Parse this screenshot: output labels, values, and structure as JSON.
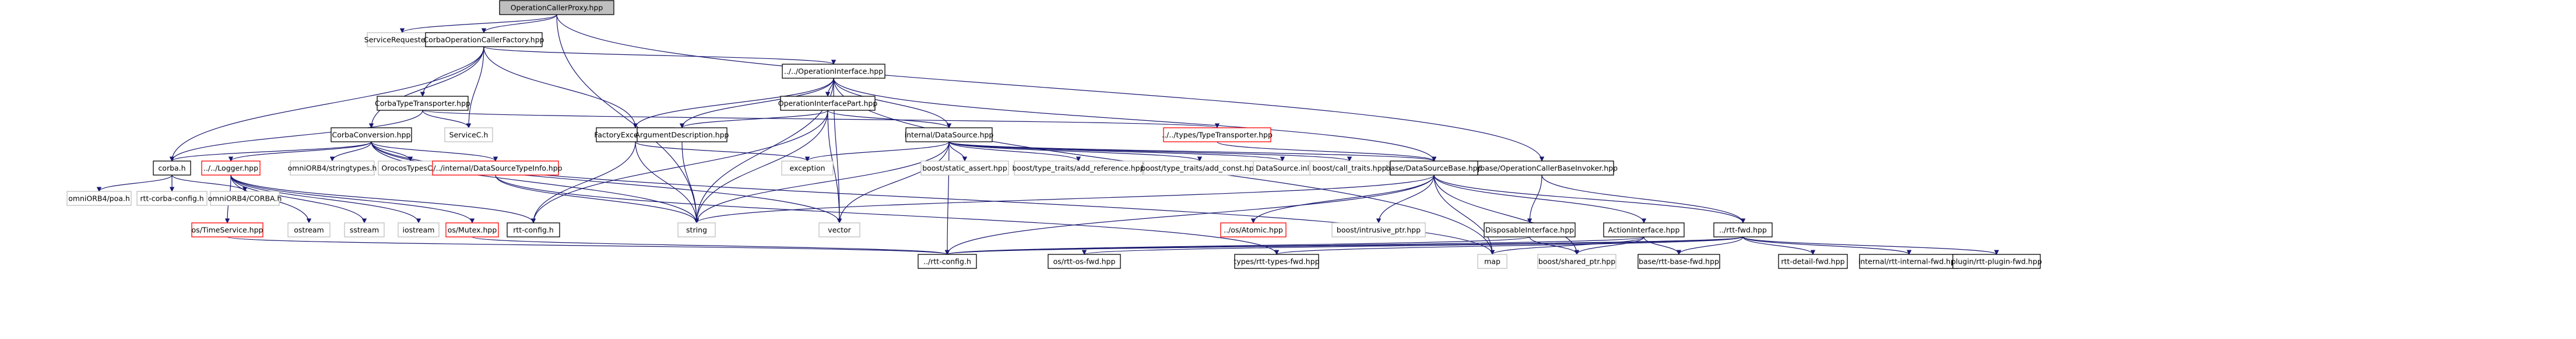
{
  "colors": {
    "edge": "#191970",
    "node_border_documented": "#000000",
    "node_border_undocumented": "#bfbfbf",
    "node_border_truncated": "#ff0000",
    "root_fill": "#bfbfbf",
    "text": "#000000"
  },
  "nodes": [
    {
      "id": "root",
      "label": "OperationCallerProxy.hpp",
      "kind": "root"
    },
    {
      "id": "srvReqC",
      "label": "ServiceRequesterC.h",
      "kind": "undoc"
    },
    {
      "id": "corbaOCF",
      "label": "CorbaOperationCallerFactory.hpp",
      "kind": "doc"
    },
    {
      "id": "opIface",
      "label": "../../OperationInterface.hpp",
      "kind": "doc"
    },
    {
      "id": "corbaTT",
      "label": "CorbaTypeTransporter.hpp",
      "kind": "doc"
    },
    {
      "id": "opIfacePart",
      "label": "OperationInterfacePart.hpp",
      "kind": "doc"
    },
    {
      "id": "serviceC",
      "label": "ServiceC.h",
      "kind": "undoc"
    },
    {
      "id": "typeTransporter",
      "label": "../../types/TypeTransporter.hpp",
      "kind": "trunc"
    },
    {
      "id": "corbaConv",
      "label": "CorbaConversion.hpp",
      "kind": "doc"
    },
    {
      "id": "factExc",
      "label": "FactoryExceptions.hpp",
      "kind": "doc"
    },
    {
      "id": "argDesc",
      "label": "ArgumentDescription.hpp",
      "kind": "doc"
    },
    {
      "id": "intDS",
      "label": "internal/DataSource.hpp",
      "kind": "doc"
    },
    {
      "id": "ocbInvoker",
      "label": "../../base/OperationCallerBaseInvoker.hpp",
      "kind": "doc"
    },
    {
      "id": "corbaH",
      "label": "corba.h",
      "kind": "doc"
    },
    {
      "id": "logger",
      "label": "../../Logger.hpp",
      "kind": "trunc"
    },
    {
      "id": "omniStr",
      "label": "omniORB4/stringtypes.h",
      "kind": "undoc"
    },
    {
      "id": "orocosC",
      "label": "OrocosTypesC.h",
      "kind": "undoc"
    },
    {
      "id": "intDSTI",
      "label": "../../internal/DataSourceTypeInfo.hpp",
      "kind": "trunc"
    },
    {
      "id": "exception",
      "label": "exception",
      "kind": "undoc"
    },
    {
      "id": "staticAssert",
      "label": "boost/static_assert.hpp",
      "kind": "undoc"
    },
    {
      "id": "addRef",
      "label": "boost/type_traits/add_reference.hpp",
      "kind": "undoc"
    },
    {
      "id": "addConst",
      "label": "boost/type_traits/add_const.hpp",
      "kind": "undoc"
    },
    {
      "id": "dsInl",
      "label": "DataSource.inl",
      "kind": "undoc"
    },
    {
      "id": "callTraits",
      "label": "boost/call_traits.hpp",
      "kind": "undoc"
    },
    {
      "id": "baseDSB",
      "label": "base/DataSourceBase.hpp",
      "kind": "doc"
    },
    {
      "id": "omniPoa",
      "label": "omniORB4/poa.h",
      "kind": "undoc"
    },
    {
      "id": "rttCorbaCfg",
      "label": "rtt-corba-config.h",
      "kind": "undoc"
    },
    {
      "id": "omniCorba",
      "label": "omniORB4/CORBA.h",
      "kind": "undoc"
    },
    {
      "id": "osTime",
      "label": "os/TimeService.hpp",
      "kind": "trunc"
    },
    {
      "id": "ostream",
      "label": "ostream",
      "kind": "undoc"
    },
    {
      "id": "sstream",
      "label": "sstream",
      "kind": "undoc"
    },
    {
      "id": "iostream",
      "label": "iostream",
      "kind": "undoc"
    },
    {
      "id": "osMutex",
      "label": "os/Mutex.hpp",
      "kind": "trunc"
    },
    {
      "id": "rttConfig",
      "label": "rtt-config.h",
      "kind": "doc"
    },
    {
      "id": "string",
      "label": "string",
      "kind": "undoc"
    },
    {
      "id": "vector",
      "label": "vector",
      "kind": "undoc"
    },
    {
      "id": "osAtomic",
      "label": "../os/Atomic.hpp",
      "kind": "trunc"
    },
    {
      "id": "intrusive",
      "label": "boost/intrusive_ptr.hpp",
      "kind": "undoc"
    },
    {
      "id": "disposable",
      "label": "DisposableInterface.hpp",
      "kind": "doc"
    },
    {
      "id": "actionIface",
      "label": "ActionInterface.hpp",
      "kind": "doc"
    },
    {
      "id": "rttFwd",
      "label": "../rtt-fwd.hpp",
      "kind": "doc"
    },
    {
      "id": "map",
      "label": "map",
      "kind": "undoc"
    },
    {
      "id": "rttConfigDots",
      "label": "../rtt-config.h",
      "kind": "doc"
    },
    {
      "id": "osRttOsFwd",
      "label": "os/rtt-os-fwd.hpp",
      "kind": "doc"
    },
    {
      "id": "typesFwd",
      "label": "types/rtt-types-fwd.hpp",
      "kind": "doc"
    },
    {
      "id": "sharedPtr",
      "label": "boost/shared_ptr.hpp",
      "kind": "undoc"
    },
    {
      "id": "baseFwd",
      "label": "base/rtt-base-fwd.hpp",
      "kind": "doc"
    },
    {
      "id": "detailFwd",
      "label": "rtt-detail-fwd.hpp",
      "kind": "doc"
    },
    {
      "id": "internalFwd",
      "label": "internal/rtt-internal-fwd.hpp",
      "kind": "doc"
    },
    {
      "id": "pluginFwd",
      "label": "plugin/rtt-plugin-fwd.hpp",
      "kind": "doc"
    }
  ],
  "edges": [
    [
      "root",
      "srvReqC"
    ],
    [
      "root",
      "corbaOCF"
    ],
    [
      "root",
      "string"
    ],
    [
      "root",
      "ocbInvoker"
    ],
    [
      "corbaOCF",
      "opIface"
    ],
    [
      "corbaOCF",
      "corbaTT"
    ],
    [
      "corbaOCF",
      "serviceC"
    ],
    [
      "corbaOCF",
      "corbaConv"
    ],
    [
      "corbaOCF",
      "factExc"
    ],
    [
      "corbaOCF",
      "corbaH"
    ],
    [
      "opIface",
      "opIfacePart"
    ],
    [
      "opIface",
      "factExc"
    ],
    [
      "opIface",
      "argDesc"
    ],
    [
      "opIface",
      "intDS"
    ],
    [
      "opIface",
      "baseDSB"
    ],
    [
      "opIface",
      "string"
    ],
    [
      "opIface",
      "vector"
    ],
    [
      "opIface",
      "map"
    ],
    [
      "corbaTT",
      "serviceC"
    ],
    [
      "corbaTT",
      "typeTransporter"
    ],
    [
      "corbaTT",
      "corbaH"
    ],
    [
      "opIfacePart",
      "argDesc"
    ],
    [
      "opIfacePart",
      "intDS"
    ],
    [
      "opIfacePart",
      "string"
    ],
    [
      "opIfacePart",
      "vector"
    ],
    [
      "opIfacePart",
      "rttConfig"
    ],
    [
      "typeTransporter",
      "baseDSB"
    ],
    [
      "corbaConv",
      "corbaH"
    ],
    [
      "corbaConv",
      "logger"
    ],
    [
      "corbaConv",
      "omniStr"
    ],
    [
      "corbaConv",
      "orocosC"
    ],
    [
      "corbaConv",
      "intDSTI"
    ],
    [
      "corbaConv",
      "string"
    ],
    [
      "corbaConv",
      "vector"
    ],
    [
      "corbaConv",
      "map"
    ],
    [
      "factExc",
      "exception"
    ],
    [
      "factExc",
      "string"
    ],
    [
      "factExc",
      "rttConfig"
    ],
    [
      "argDesc",
      "string"
    ],
    [
      "intDS",
      "exception"
    ],
    [
      "intDS",
      "staticAssert"
    ],
    [
      "intDS",
      "addRef"
    ],
    [
      "intDS",
      "addConst"
    ],
    [
      "intDS",
      "dsInl"
    ],
    [
      "intDS",
      "callTraits"
    ],
    [
      "intDS",
      "baseDSB"
    ],
    [
      "intDS",
      "string"
    ],
    [
      "intDS",
      "vector"
    ],
    [
      "intDS",
      "rttConfigDots"
    ],
    [
      "ocbInvoker",
      "disposable"
    ],
    [
      "ocbInvoker",
      "rttFwd"
    ],
    [
      "corbaH",
      "omniPoa"
    ],
    [
      "corbaH",
      "rttCorbaCfg"
    ],
    [
      "corbaH",
      "omniCorba"
    ],
    [
      "logger",
      "osTime"
    ],
    [
      "logger",
      "ostream"
    ],
    [
      "logger",
      "sstream"
    ],
    [
      "logger",
      "iostream"
    ],
    [
      "logger",
      "osMutex"
    ],
    [
      "logger",
      "rttConfig"
    ],
    [
      "intDSTI",
      "string"
    ],
    [
      "intDSTI",
      "typesFwd"
    ],
    [
      "baseDSB",
      "osAtomic"
    ],
    [
      "baseDSB",
      "intrusive"
    ],
    [
      "baseDSB",
      "map"
    ],
    [
      "baseDSB",
      "sharedPtr"
    ],
    [
      "baseDSB",
      "string"
    ],
    [
      "baseDSB",
      "rttFwd"
    ],
    [
      "baseDSB",
      "actionIface"
    ],
    [
      "baseDSB",
      "rttConfigDots"
    ],
    [
      "disposable",
      "sharedPtr"
    ],
    [
      "disposable",
      "rttConfigDots"
    ],
    [
      "actionIface",
      "map"
    ],
    [
      "actionIface",
      "sharedPtr"
    ],
    [
      "actionIface",
      "baseFwd"
    ],
    [
      "actionIface",
      "rttConfigDots"
    ],
    [
      "rttFwd",
      "rttConfigDots"
    ],
    [
      "rttFwd",
      "osRttOsFwd"
    ],
    [
      "rttFwd",
      "typesFwd"
    ],
    [
      "rttFwd",
      "baseFwd"
    ],
    [
      "rttFwd",
      "detailFwd"
    ],
    [
      "rttFwd",
      "internalFwd"
    ],
    [
      "rttFwd",
      "pluginFwd"
    ],
    [
      "osTime",
      "rttConfigDots"
    ],
    [
      "osMutex",
      "rttConfigDots"
    ]
  ]
}
